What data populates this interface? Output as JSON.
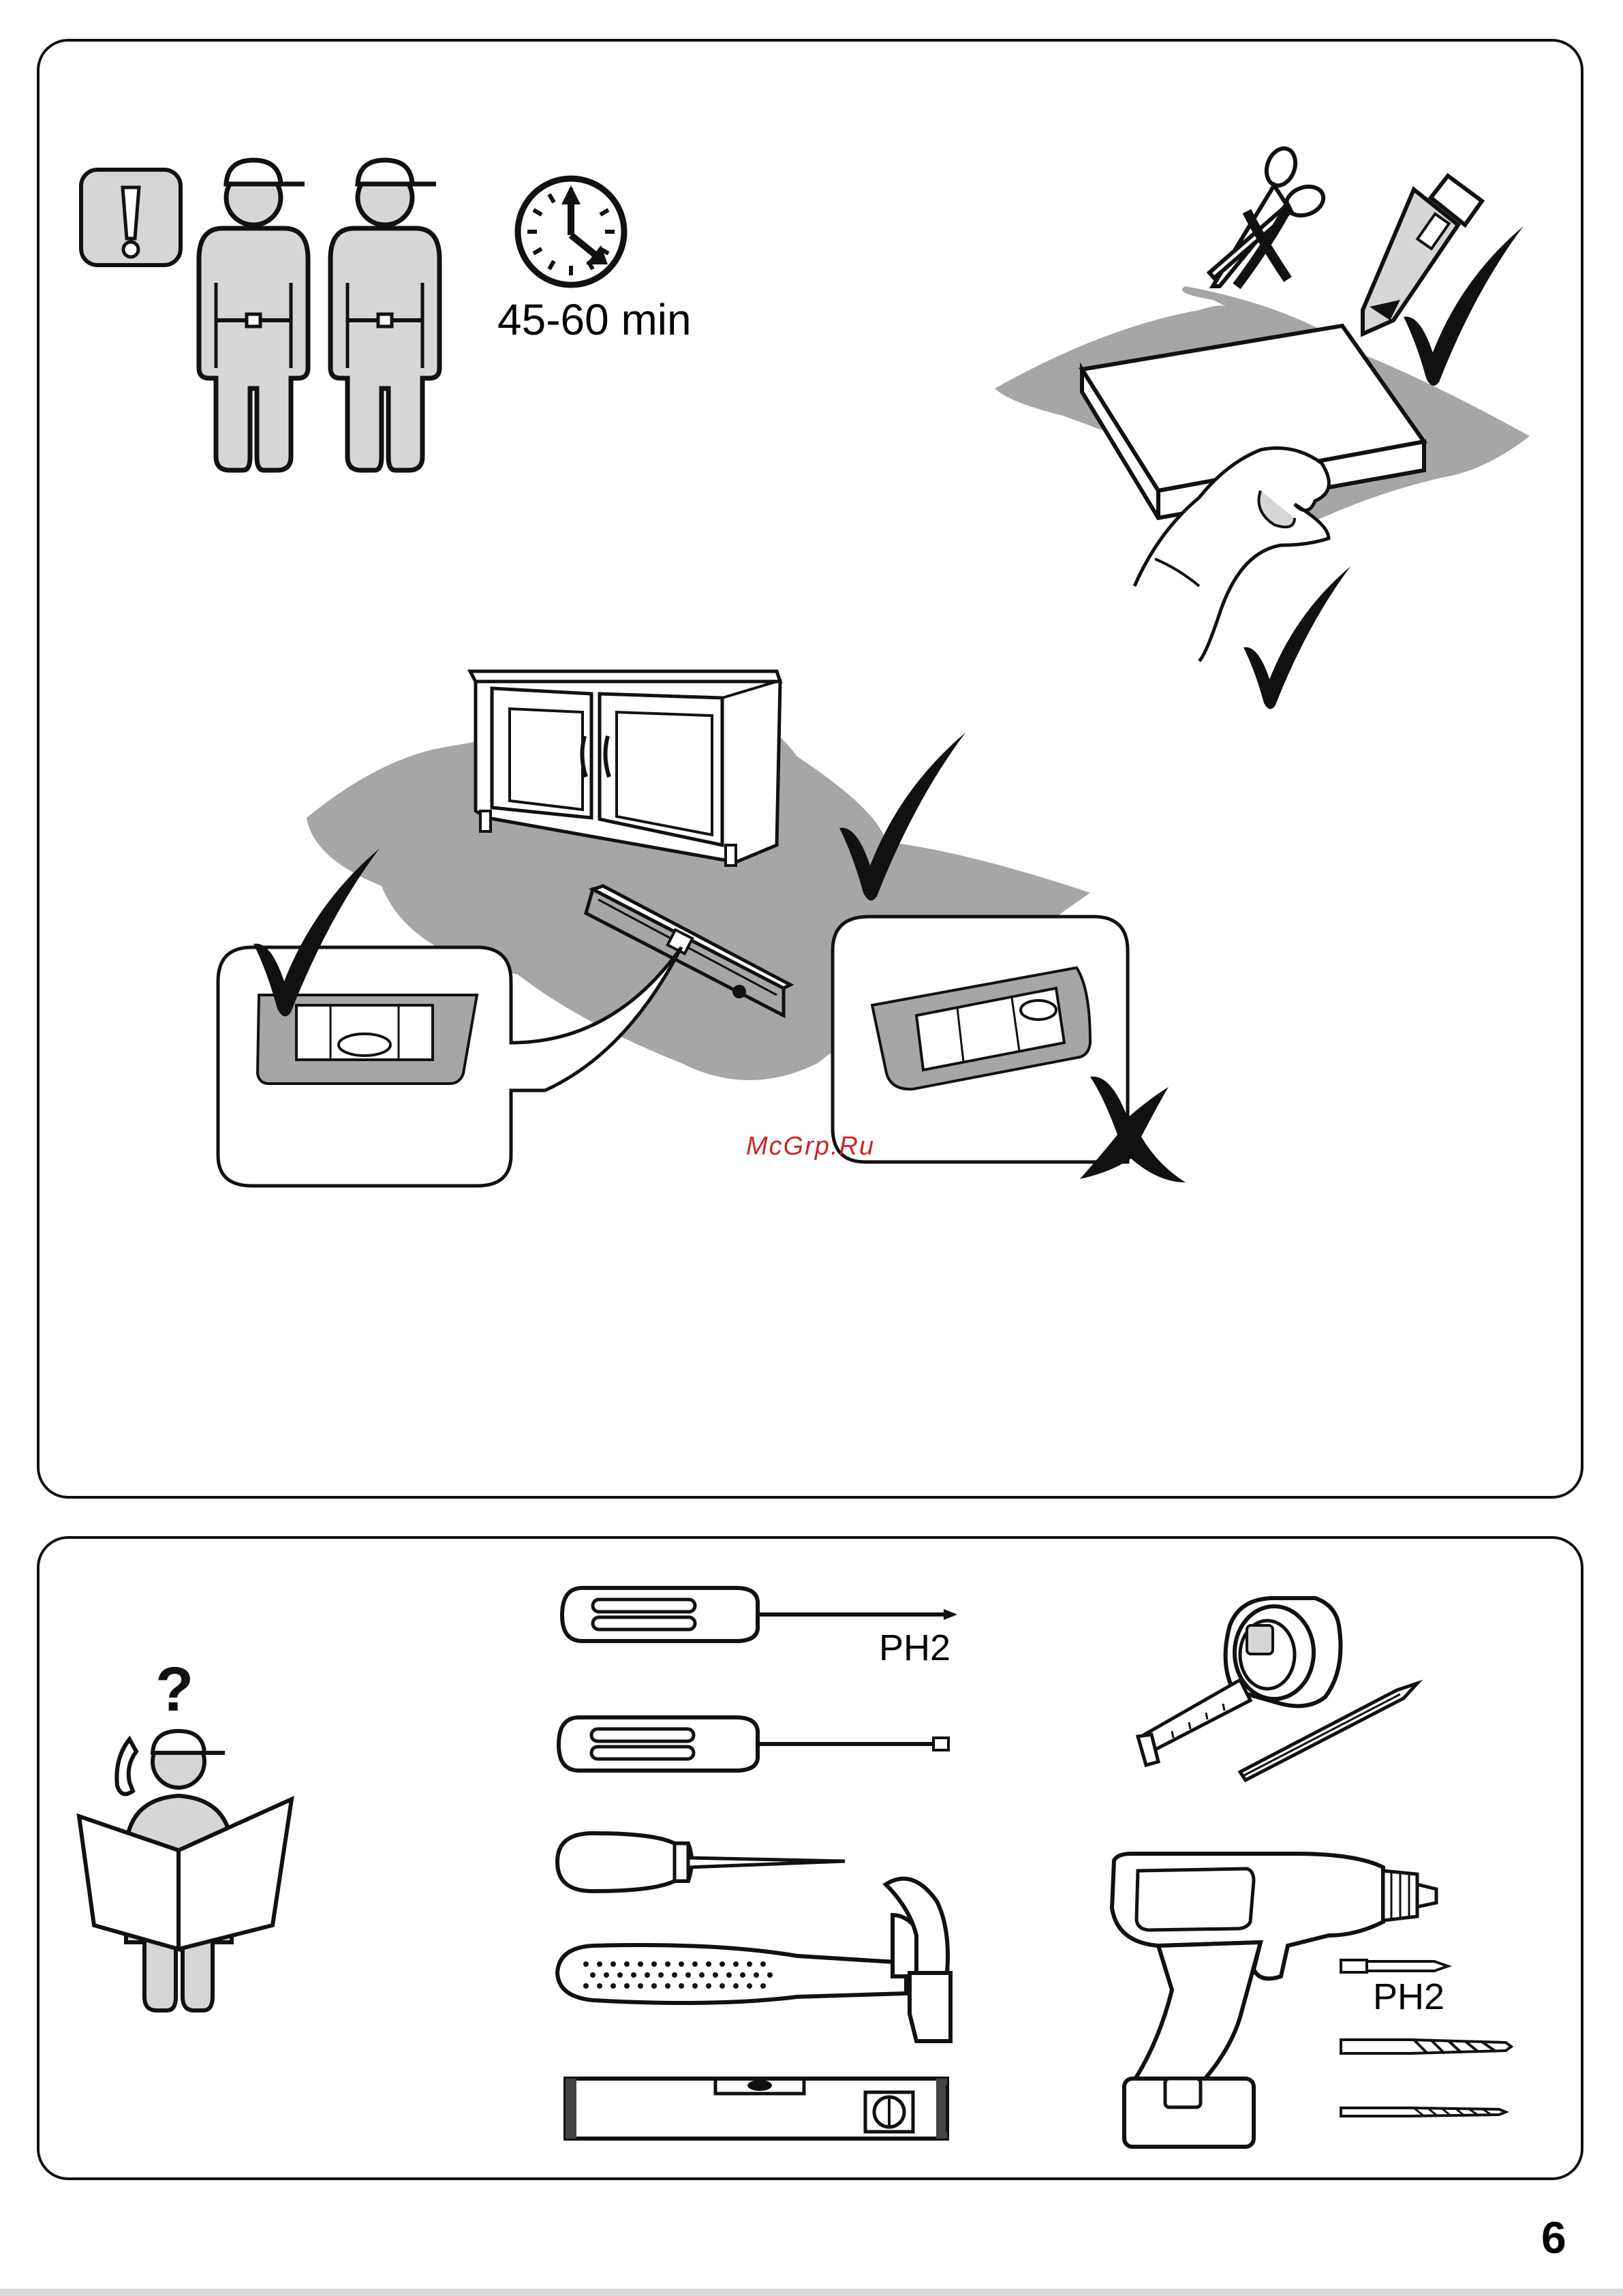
{
  "page": {
    "number": "6",
    "watermark": "McGrp.Ru"
  },
  "top_panel": {
    "time_estimate": "45-60 min",
    "icons": [
      "attention-icon",
      "two-persons-icon",
      "clock-icon",
      "scissors-icon",
      "utility-knife-icon",
      "protective-surface-icon",
      "cabinet-icon",
      "spirit-level-icon",
      "check-icon",
      "cross-icon"
    ]
  },
  "bottom_panel": {
    "tools": [
      {
        "name": "phillips-screwdriver",
        "label": "PH2"
      },
      {
        "name": "flat-screwdriver",
        "label": ""
      },
      {
        "name": "awl",
        "label": ""
      },
      {
        "name": "hammer",
        "label": ""
      },
      {
        "name": "spirit-level",
        "label": ""
      },
      {
        "name": "tape-measure",
        "label": ""
      },
      {
        "name": "pencil",
        "label": ""
      },
      {
        "name": "cordless-drill",
        "label": ""
      },
      {
        "name": "drill-bit-ph2",
        "label": "PH2"
      },
      {
        "name": "drill-bit-large",
        "label": ""
      },
      {
        "name": "drill-bit-small",
        "label": ""
      }
    ],
    "colors": {
      "fill_grey": "#a6a6a6",
      "light_grey": "#d6d6d6",
      "ink": "#111111"
    }
  }
}
